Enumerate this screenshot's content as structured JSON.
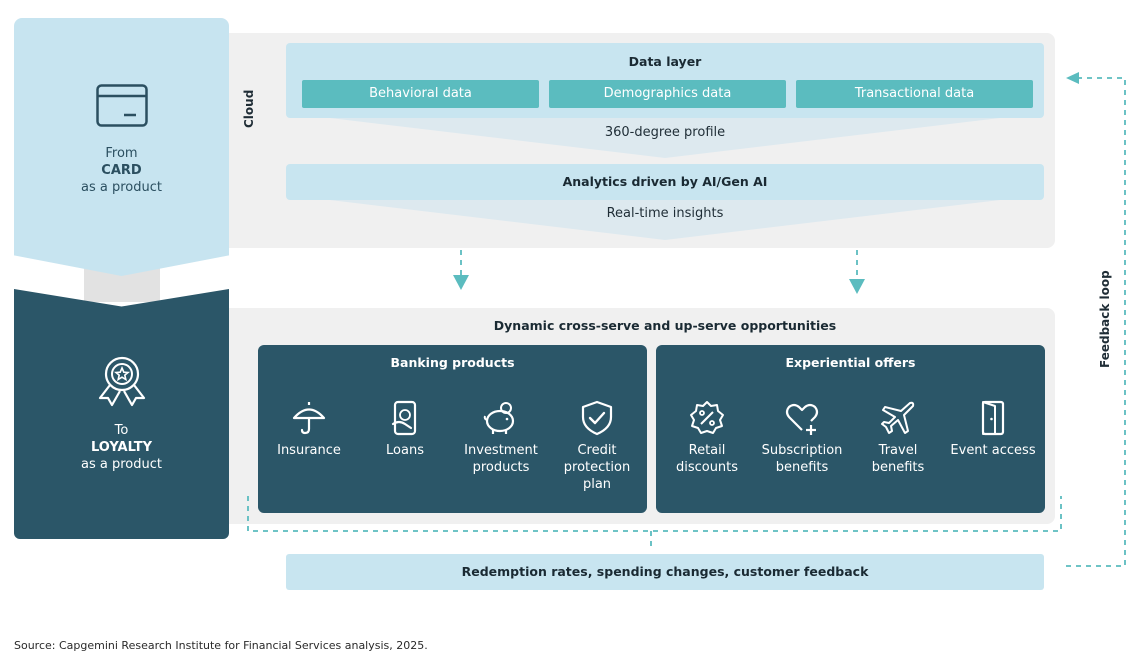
{
  "left": {
    "card": {
      "line1": "From",
      "strong": "CARD",
      "line3": "as a product",
      "icon": "credit-card-icon"
    },
    "loyalty": {
      "line1": "To",
      "strong": "LOYALTY",
      "line3": "as a product",
      "icon": "award-badge-icon"
    }
  },
  "cloud": {
    "label": "Cloud",
    "data_layer": {
      "title": "Data layer",
      "chips": [
        "Behavioral data",
        "Demographics data",
        "Transactional data"
      ]
    },
    "profile": "360-degree profile",
    "analytics": "Analytics driven by AI/Gen AI",
    "insights": "Real-time insights"
  },
  "opportunities": {
    "title": "Dynamic cross-serve and up-serve opportunities",
    "banking": {
      "title": "Banking products",
      "items": [
        {
          "label": "Insurance",
          "icon": "umbrella-icon"
        },
        {
          "label": "Loans",
          "icon": "loan-hand-icon"
        },
        {
          "label": "Investment products",
          "icon": "piggy-bank-icon"
        },
        {
          "label": "Credit protection plan",
          "icon": "shield-check-icon"
        }
      ]
    },
    "experiential": {
      "title": "Experiential offers",
      "items": [
        {
          "label": "Retail discounts",
          "icon": "discount-badge-icon"
        },
        {
          "label": "Subscription benefits",
          "icon": "heart-plus-icon"
        },
        {
          "label": "Travel benefits",
          "icon": "airplane-icon"
        },
        {
          "label": "Event access",
          "icon": "door-icon"
        }
      ]
    }
  },
  "redemption": "Redemption rates, spending changes, customer feedback",
  "feedback_loop": "Feedback loop",
  "source": "Source: Capgemini Research Institute for Financial Services analysis, 2025.",
  "colors": {
    "light_blue": "#c7e4f0",
    "dark_teal": "#2b5668",
    "chip_teal": "#5bbcbf",
    "panel_gray": "#f0f0f0",
    "arrow_teal": "#5bbcbf"
  }
}
